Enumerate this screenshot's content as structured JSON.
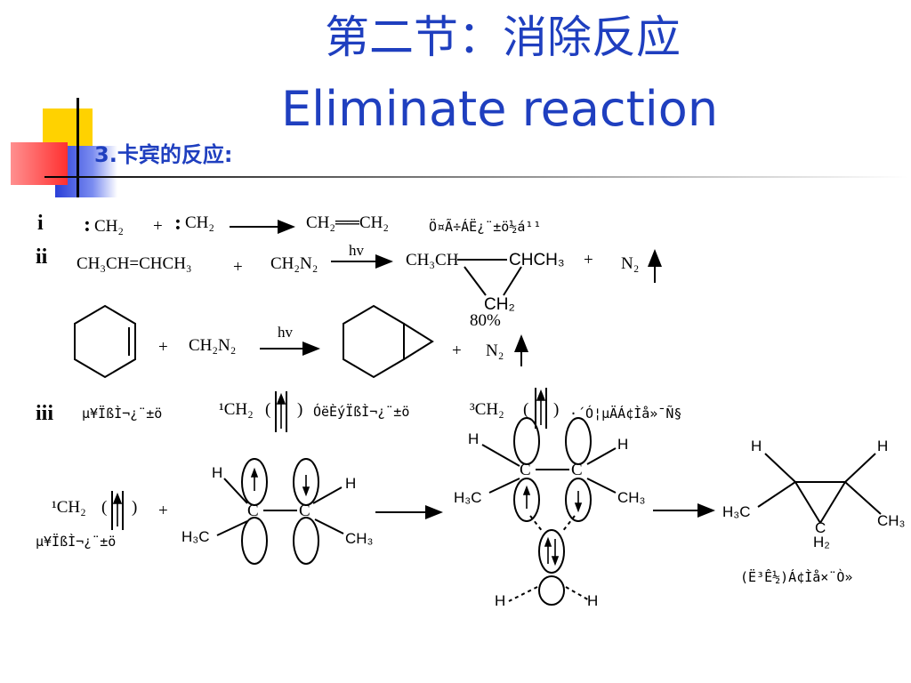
{
  "slide": {
    "title": "第二节：消除反应",
    "subtitle": "Eliminate  reaction",
    "section": "3.卡宾的反应:"
  },
  "labels": {
    "i": "i",
    "ii": "ii",
    "iii": "iii"
  },
  "reaction_i": {
    "reactant1": "CH₂",
    "plus": "+",
    "reactant2": "CH₂",
    "product": "CH₂══CH₂",
    "note": "Ö¤Ã÷ÁË¿¨±ö½á¹¹"
  },
  "reaction_ii": {
    "reactant1": "CH₃CH=CHCH₃",
    "plus": "+",
    "reactant2": "CH₂N₂",
    "condition": "hv",
    "product_left": "CH₃CH",
    "product_right": "CHCH₃",
    "product_bottom": "CH₂",
    "plus2": "+",
    "byproduct": "N₂",
    "yield": "80%"
  },
  "reaction_ii_b": {
    "plus": "+",
    "reagent": "CH₂N₂",
    "condition": "hv",
    "plus2": "+",
    "byproduct": "N₂"
  },
  "reaction_iii": {
    "singlet_name": "µ¥ÏßÌ¬¿¨±ö",
    "singlet_formula": "¹CH₂",
    "triplet_name": "ÓëÈýÏßÌ¬¿¨±ö",
    "triplet_formula": "³CH₂",
    "tail": "·´Ó¦µÄÁ¢Ìå»¯Ñ§",
    "singlet_formula_2": "¹CH₂",
    "plus": "+",
    "singlet_name_2": "µ¥ÏßÌ¬¿¨±ö",
    "product_note": "(Ë³Ê½)Á¢Ìå×¨Ò»"
  },
  "atoms": {
    "H": "H",
    "C": "C",
    "CH3": "CH₃",
    "H3C": "H₃C",
    "H2": "H₂"
  },
  "colors": {
    "title": "#1f3fbf",
    "deco_yellow": "#ffd200",
    "deco_blue": "#2a3fd8",
    "deco_red": "#ff4040"
  }
}
